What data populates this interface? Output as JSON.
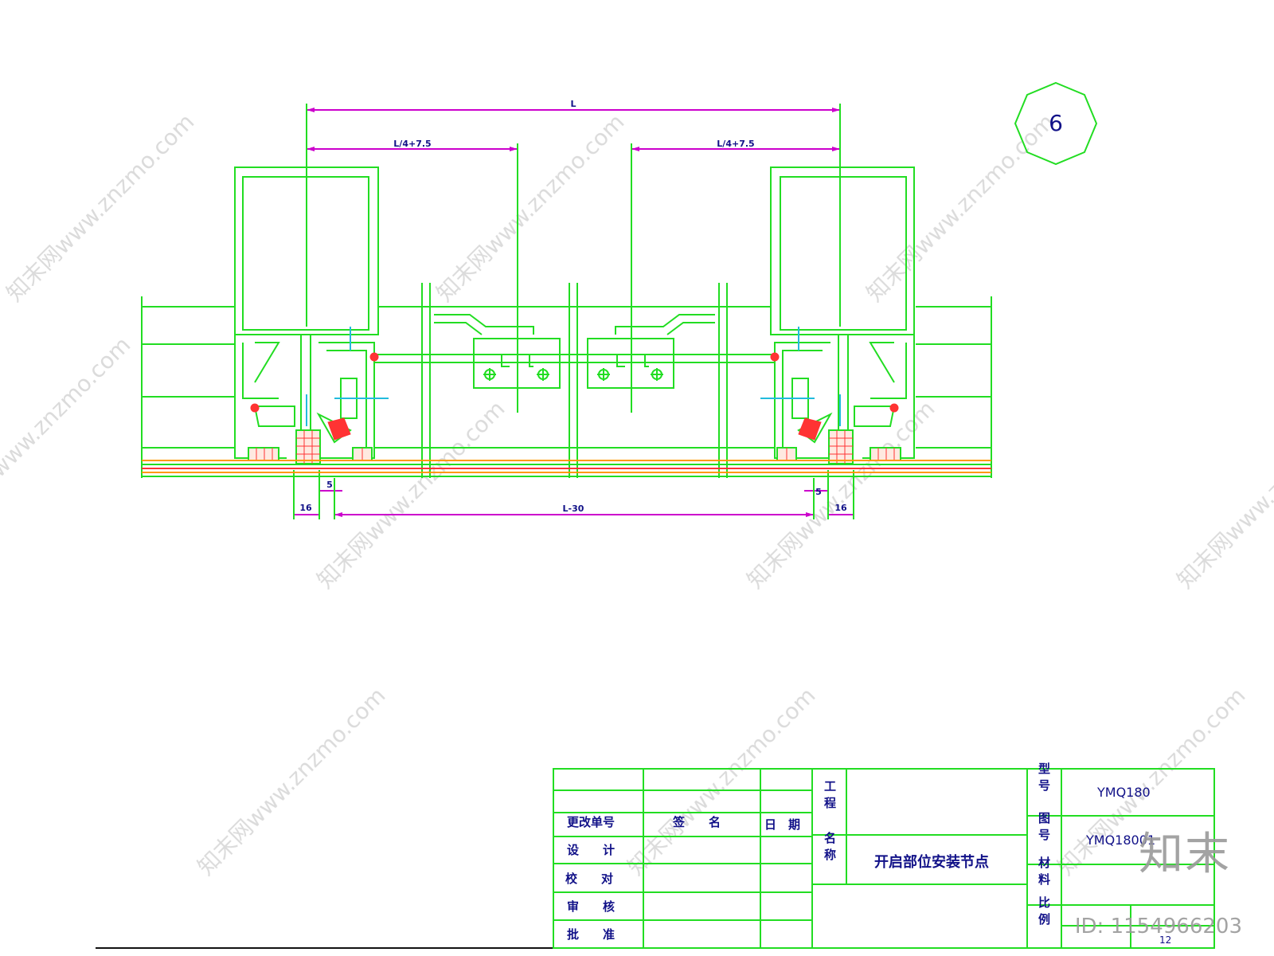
{
  "drawing": {
    "detail_number": "6",
    "dimensions": {
      "overall": "L",
      "left_offset": "L/4+7.5",
      "right_offset": "L/4+7.5",
      "bottom_span": "L-30",
      "left_gap": "16",
      "left_small": "5",
      "right_small": "5",
      "right_gap": "16"
    }
  },
  "title_block": {
    "revision_no": "更改单号",
    "signature": "签　　名",
    "date": "日　期",
    "design": "设　　计",
    "check": "校　　对",
    "review": "审　　核",
    "approve": "批　　准",
    "project_label": "工程",
    "name_label": "名称",
    "drawing_name": "开启部位安装节点",
    "model_label": "型号",
    "model_value": "YMQ180",
    "drawing_no_label": "图号",
    "drawing_no_value": "YMQ18001",
    "material_label": "材料",
    "scale_label": "比例",
    "sheet_count": "12"
  },
  "watermark": {
    "text": "知末网www.znzmo.com",
    "brand": "知末",
    "id": "ID: 1154966203"
  },
  "colors": {
    "line": "#22dd22",
    "dim": "#cc00cc",
    "text": "#111188",
    "accent": "#ff3333",
    "aux": "#22bbdd",
    "orange": "#ff9900"
  }
}
